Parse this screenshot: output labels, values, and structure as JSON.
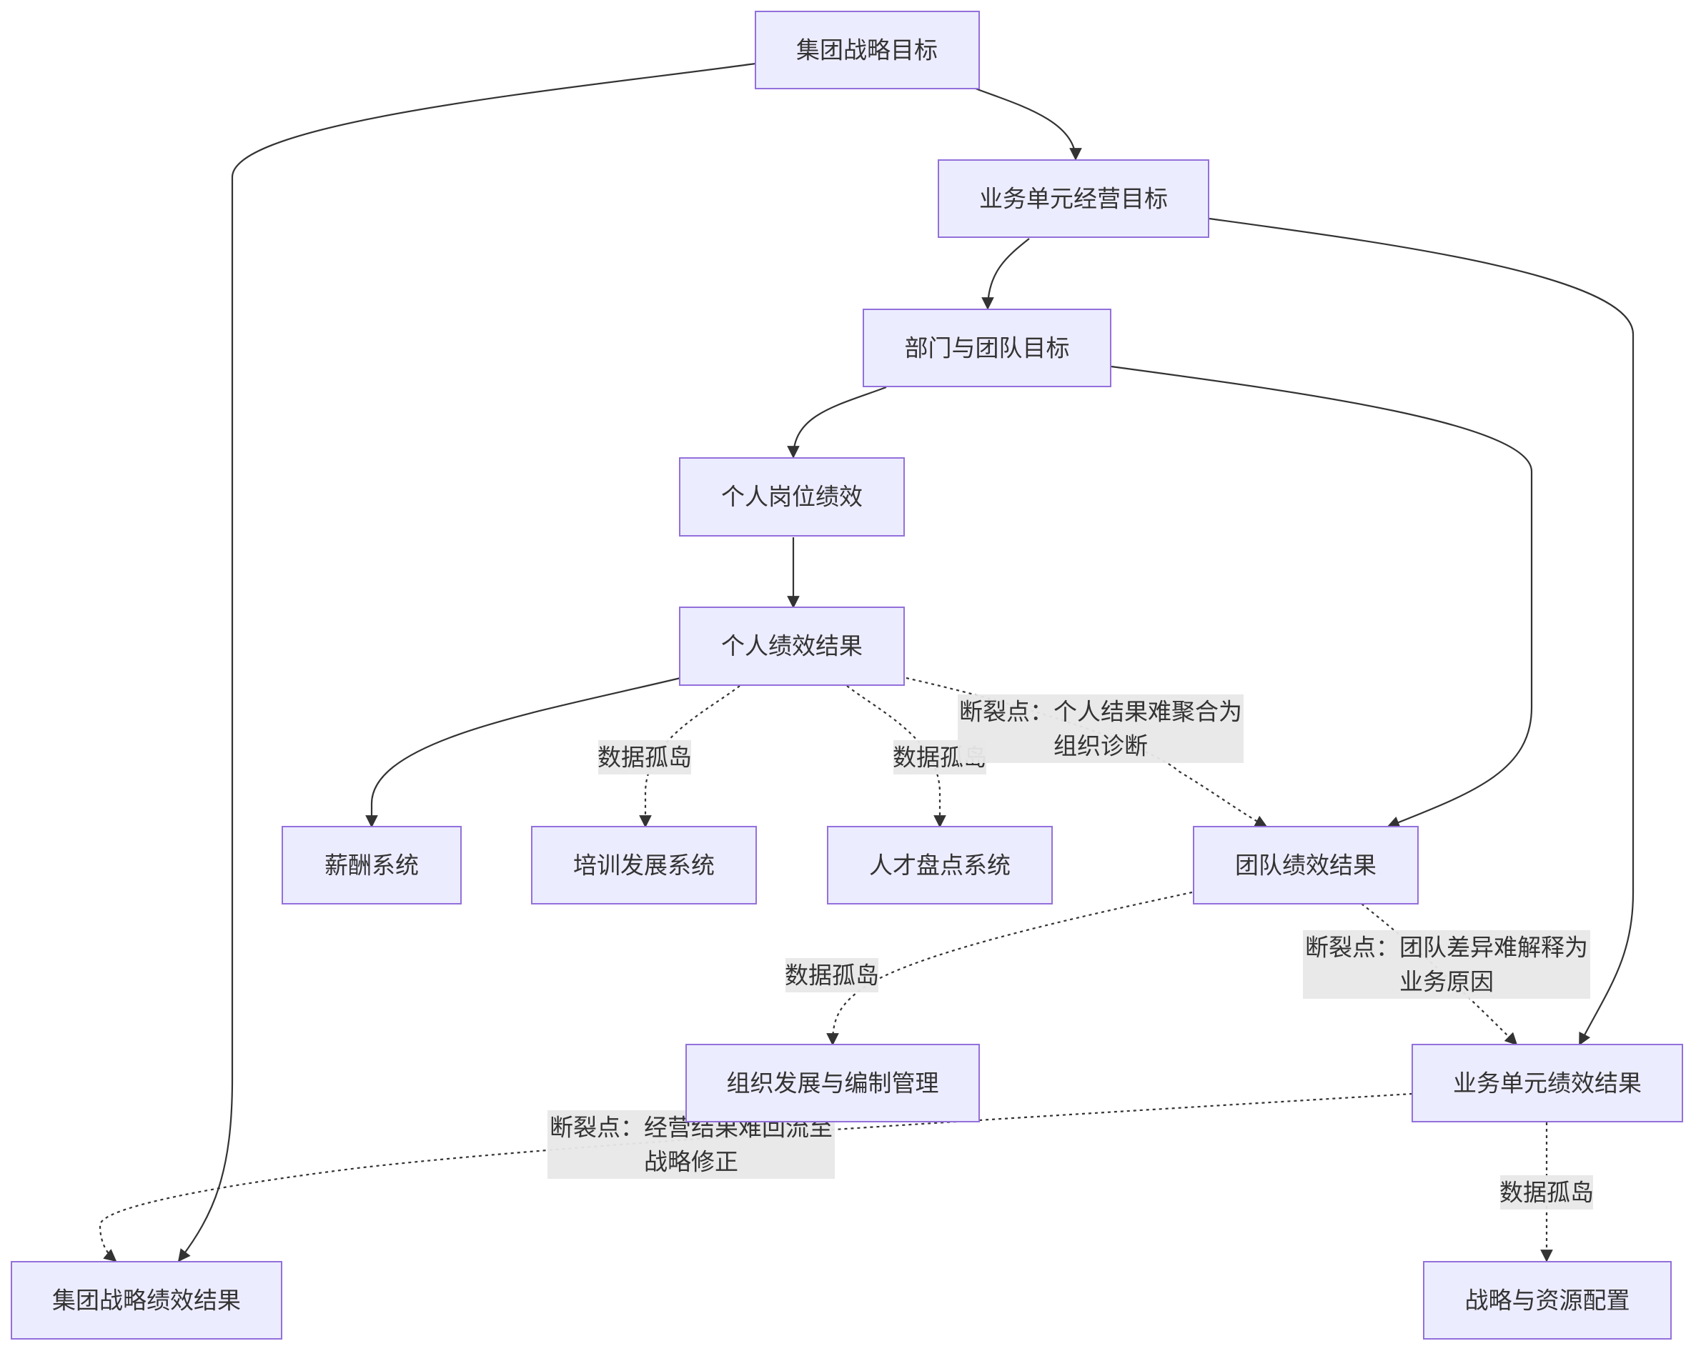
{
  "nodes": [
    {
      "id": "n1",
      "label": "集团战略目标"
    },
    {
      "id": "n2",
      "label": "业务单元经营目标"
    },
    {
      "id": "n3",
      "label": "部门与团队目标"
    },
    {
      "id": "n4",
      "label": "个人岗位绩效"
    },
    {
      "id": "n5",
      "label": "个人绩效结果"
    },
    {
      "id": "n6",
      "label": "薪酬系统"
    },
    {
      "id": "n7",
      "label": "培训发展系统"
    },
    {
      "id": "n8",
      "label": "人才盘点系统"
    },
    {
      "id": "n9",
      "label": "团队绩效结果"
    },
    {
      "id": "n10",
      "label": "组织发展与编制管理"
    },
    {
      "id": "n11",
      "label": "业务单元绩效结果"
    },
    {
      "id": "n12",
      "label": "集团战略绩效结果"
    },
    {
      "id": "n13",
      "label": "战略与资源配置"
    }
  ],
  "edges": [
    {
      "id": "e1",
      "from": "n1",
      "to": "n2",
      "style": "solid"
    },
    {
      "id": "e2",
      "from": "n1",
      "to": "n12",
      "style": "solid"
    },
    {
      "id": "e3",
      "from": "n2",
      "to": "n3",
      "style": "solid"
    },
    {
      "id": "e4",
      "from": "n2",
      "to": "n11",
      "style": "solid"
    },
    {
      "id": "e5",
      "from": "n3",
      "to": "n4",
      "style": "solid"
    },
    {
      "id": "e6",
      "from": "n3",
      "to": "n9",
      "style": "solid"
    },
    {
      "id": "e7",
      "from": "n4",
      "to": "n5",
      "style": "solid"
    },
    {
      "id": "e8",
      "from": "n5",
      "to": "n6",
      "style": "solid"
    },
    {
      "id": "e9",
      "from": "n5",
      "to": "n7",
      "style": "dotted",
      "label": [
        "数据孤岛"
      ]
    },
    {
      "id": "e10",
      "from": "n5",
      "to": "n8",
      "style": "dotted",
      "label": [
        "数据孤岛"
      ]
    },
    {
      "id": "e11",
      "from": "n5",
      "to": "n9",
      "style": "dotted",
      "label": [
        "断裂点：个人结果难聚合为",
        "组织诊断"
      ]
    },
    {
      "id": "e12",
      "from": "n9",
      "to": "n10",
      "style": "dotted",
      "label": [
        "数据孤岛"
      ]
    },
    {
      "id": "e13",
      "from": "n9",
      "to": "n11",
      "style": "dotted",
      "label": [
        "断裂点：团队差异难解释为",
        "业务原因"
      ]
    },
    {
      "id": "e14",
      "from": "n11",
      "to": "n12",
      "style": "dotted",
      "label": [
        "断裂点：经营结果难回流至",
        "战略修正"
      ]
    },
    {
      "id": "e15",
      "from": "n11",
      "to": "n13",
      "style": "dotted",
      "label": [
        "数据孤岛"
      ]
    }
  ],
  "colors": {
    "node_fill": "#ECECFF",
    "node_stroke": "#9370DB",
    "edge": "#333333",
    "edge_label_bg": "#e8e8e8",
    "text": "#333333"
  }
}
